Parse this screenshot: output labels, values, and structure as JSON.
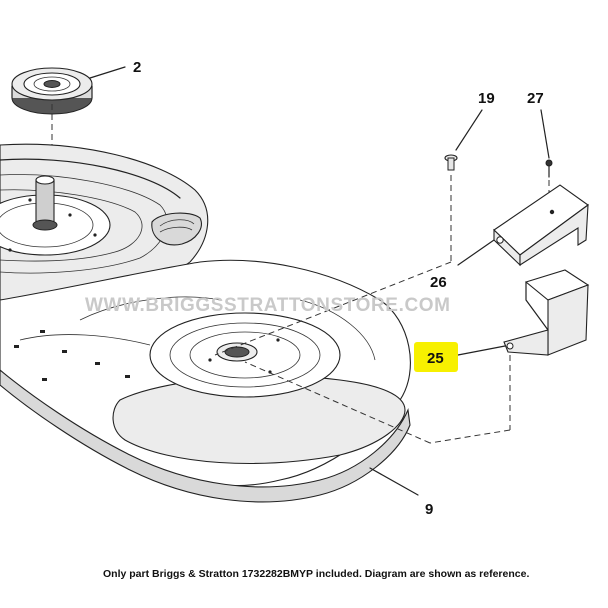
{
  "callouts": {
    "pulley": "2",
    "bolt": "19",
    "screw": "27",
    "shield_upper": "26",
    "shield_lower": "25",
    "deck": "9"
  },
  "highlight_color": "#f7f000",
  "watermark": "WWW.BRIGGSSTRATTONSTORE.COM",
  "footer_note": "Only part Briggs & Stratton 1732282BMYP included. Diagram are shown as reference."
}
